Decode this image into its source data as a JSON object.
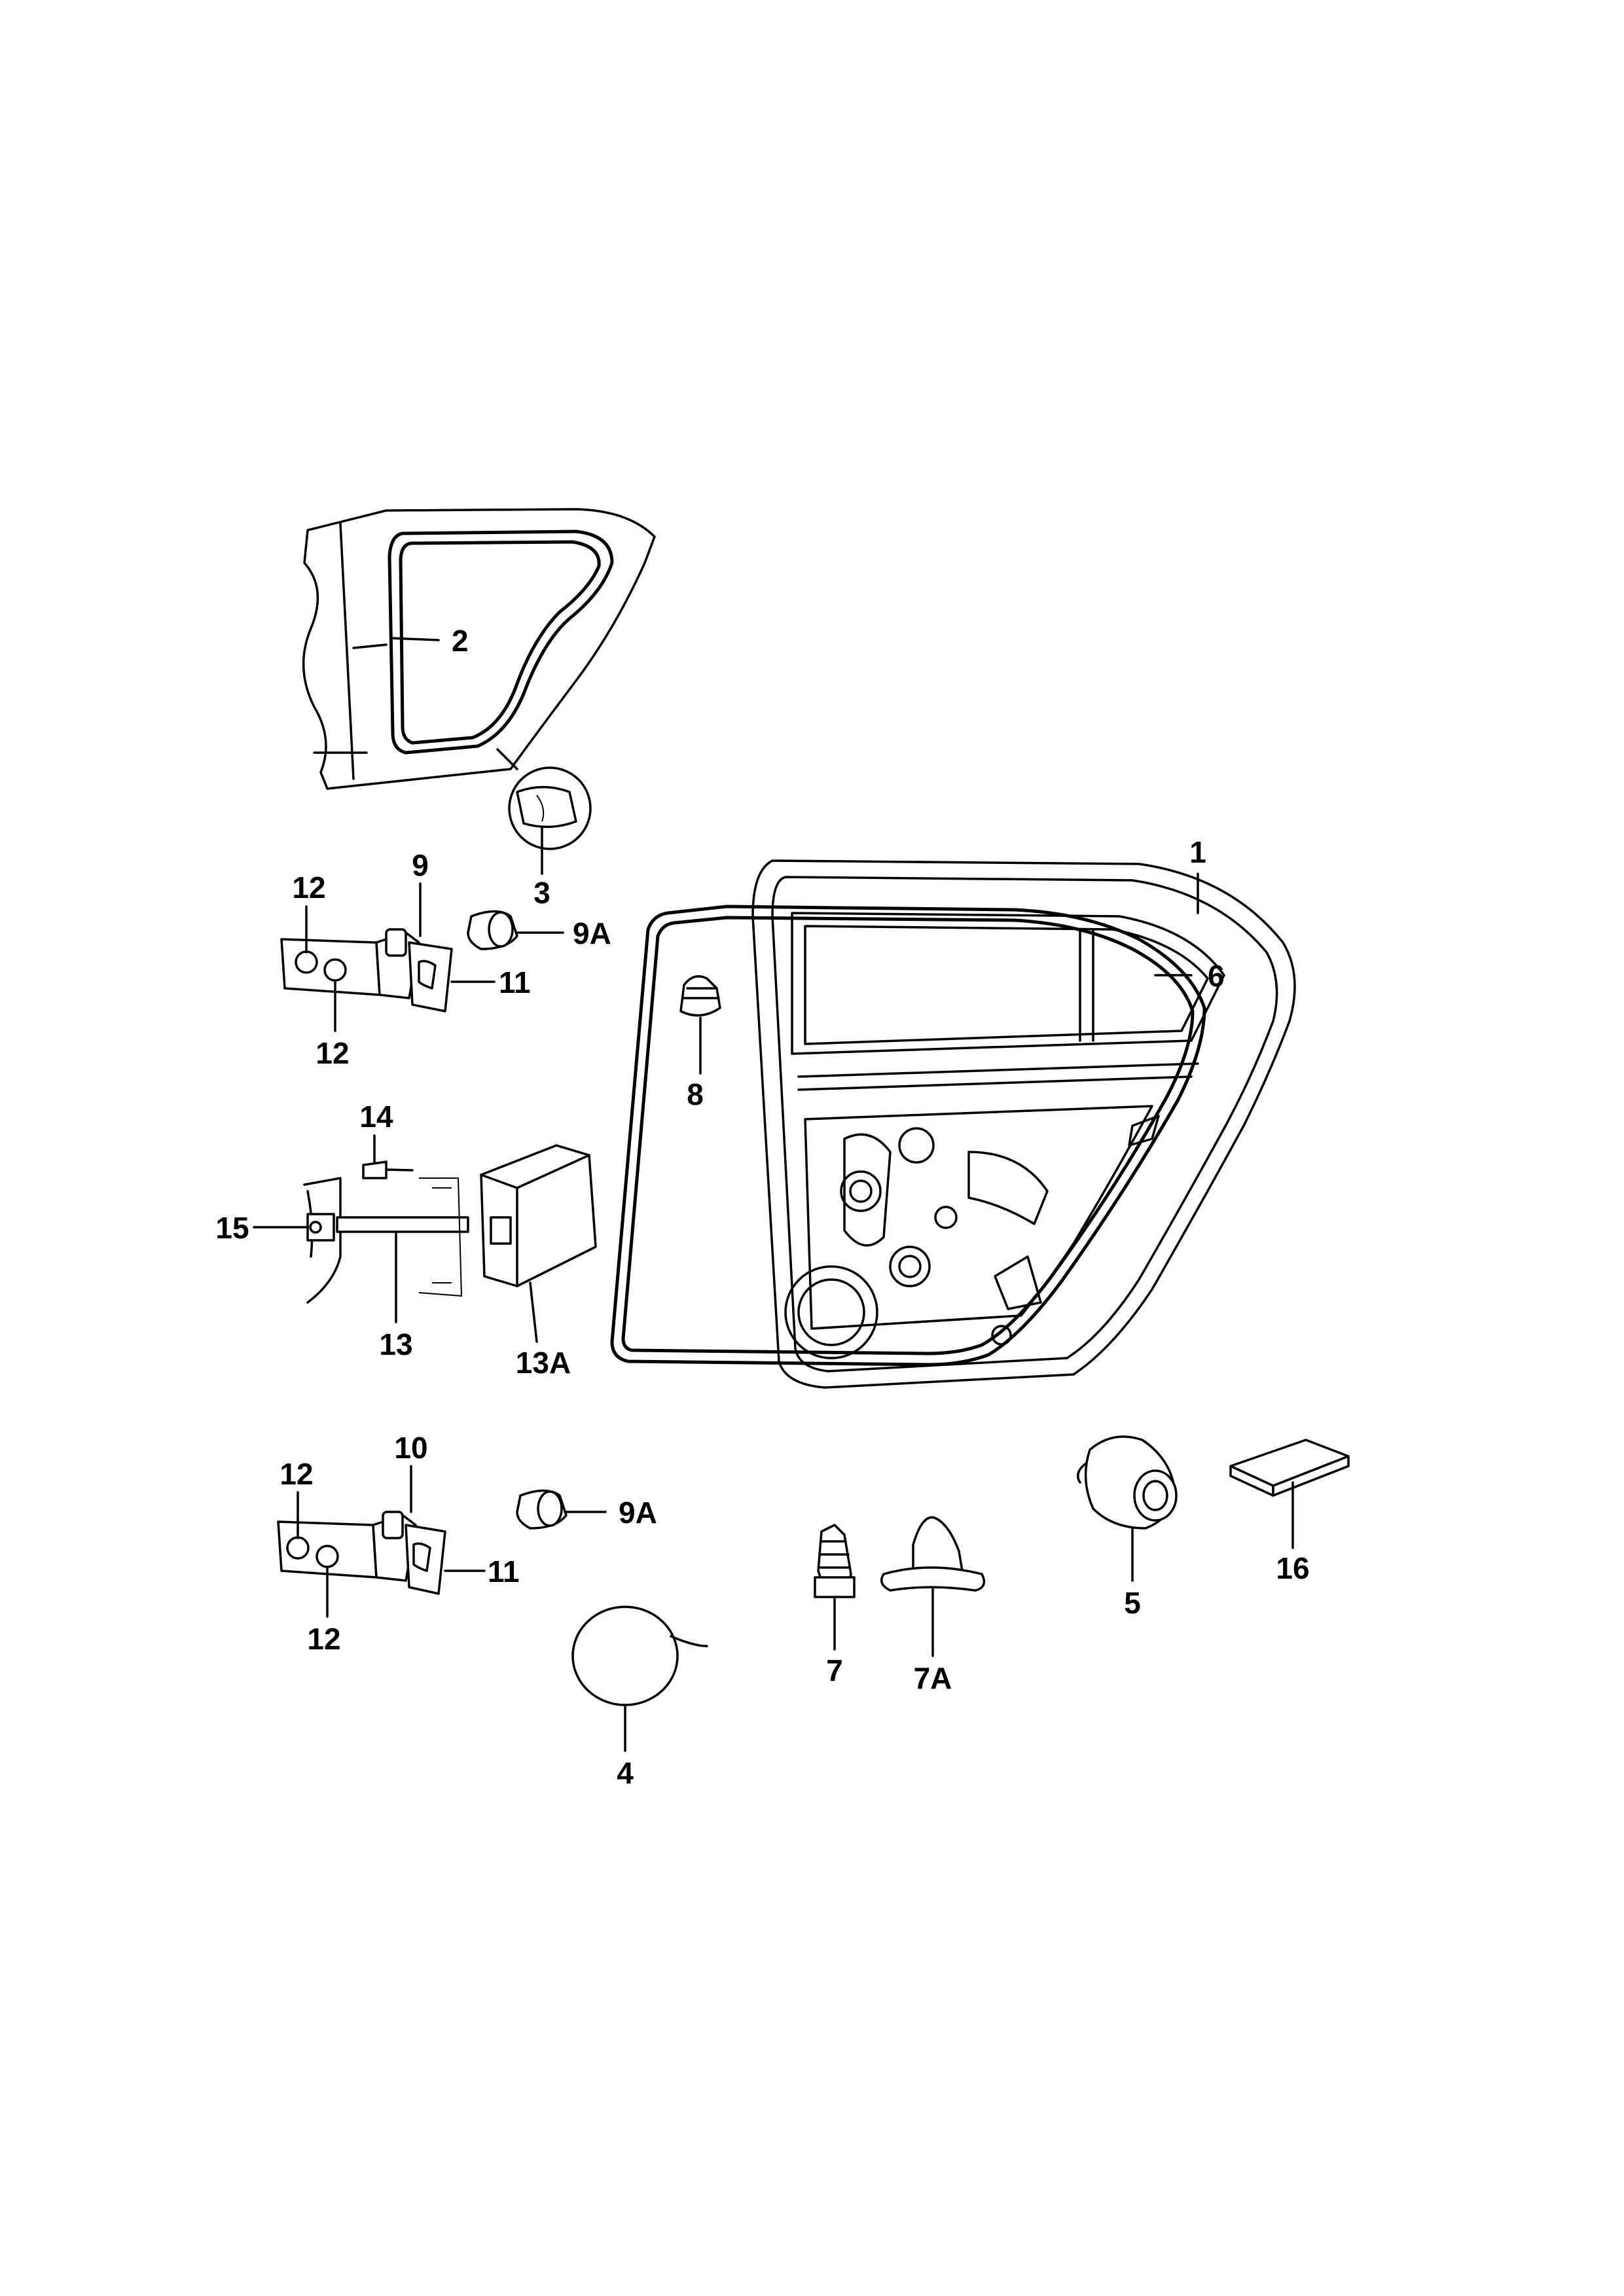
{
  "labels": {
    "p1": "1",
    "p2": "2",
    "p3": "3",
    "p4": "4",
    "p5": "5",
    "p6": "6",
    "p7": "7",
    "p7a": "7A",
    "p8": "8",
    "p9": "9",
    "p9a_top": "9A",
    "p9a_bottom": "9A",
    "p10": "10",
    "p11_top": "11",
    "p11_bottom": "11",
    "p12_top_a": "12",
    "p12_top_b": "12",
    "p12_bottom_a": "12",
    "p12_bottom_b": "12",
    "p13": "13",
    "p13a": "13A",
    "p14": "14",
    "p15": "15",
    "p16": "16"
  }
}
